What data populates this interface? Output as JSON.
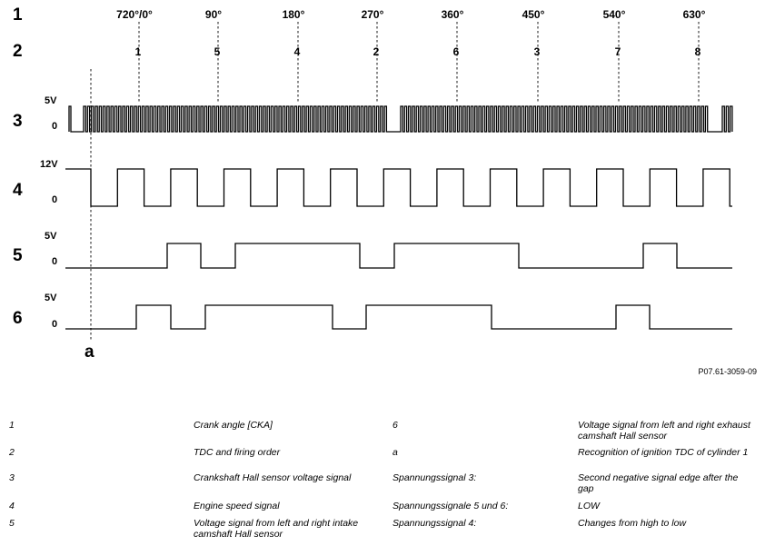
{
  "rows": [
    "1",
    "2",
    "3",
    "4",
    "5",
    "6"
  ],
  "angles": [
    "720°/0°",
    "90°",
    "180°",
    "270°",
    "360°",
    "450°",
    "540°",
    "630°"
  ],
  "firing_order": [
    "1",
    "5",
    "4",
    "2",
    "6",
    "3",
    "7",
    "8"
  ],
  "voltage_labels": {
    "r3_high": "5V",
    "r3_low": "0",
    "r4_high": "12V",
    "r4_low": "0",
    "r5_high": "5V",
    "r5_low": "0",
    "r6_high": "5V",
    "r6_low": "0"
  },
  "marker_a": "a",
  "figure_ref": "P07.61-3059-09",
  "legend": [
    {
      "key": "1",
      "text": "Crank angle [CKA]"
    },
    {
      "key": "2",
      "text": "TDC and firing order"
    },
    {
      "key": "3",
      "text": "Crankshaft Hall sensor voltage signal"
    },
    {
      "key": "4",
      "text": "Engine speed signal"
    },
    {
      "key": "5",
      "text": "Voltage signal from left and right intake camshaft Hall sensor"
    },
    {
      "key": "6",
      "text": "Voltage signal from left and right exhaust camshaft Hall sensor"
    },
    {
      "key": "a",
      "text": "Recognition of ignition TDC of cylinder 1"
    },
    {
      "key": "Spannungssignal 3:",
      "text": "Second negative signal edge after the gap"
    },
    {
      "key": "Spannungssignale 5 und 6:",
      "text": "LOW"
    },
    {
      "key": "Spannungssignal 4:",
      "text": "Changes from high to low"
    }
  ]
}
